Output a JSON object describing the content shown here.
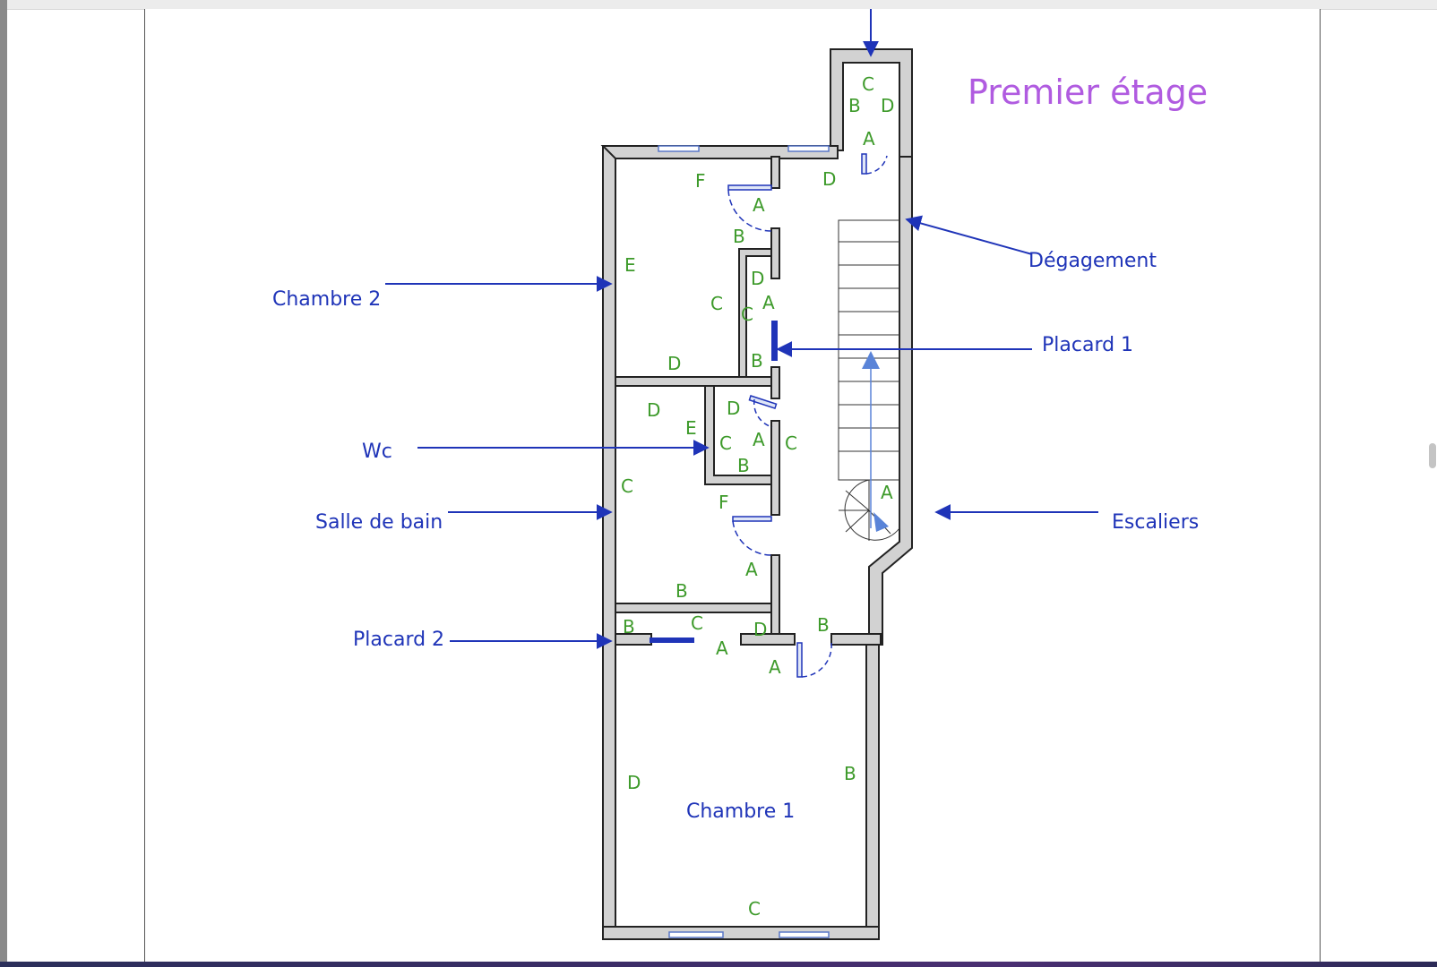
{
  "title": "Premier étage",
  "colors": {
    "title": "#b05be0",
    "callout": "#1f34b8",
    "wall_fill": "#d2d2d2",
    "wall_stroke": "#222222",
    "letter": "#3d9a2a",
    "room_name": "#2a3aa8"
  },
  "callouts": {
    "chambre2": "Chambre 2",
    "wc": "Wc",
    "salle_de_bain": "Salle de bain",
    "placard2": "Placard 2",
    "degagement": "Dégagement",
    "placard1": "Placard 1",
    "escaliers": "Escaliers"
  },
  "rooms": {
    "chambre1": "Chambre 1"
  },
  "wall_letters": {
    "top_closet": [
      "C",
      "B",
      "D",
      "A"
    ],
    "hall_top": [
      "D"
    ],
    "chambre2": [
      "F",
      "A",
      "B",
      "E",
      "C",
      "D"
    ],
    "placard1": [
      "D",
      "A",
      "C",
      "B"
    ],
    "wc": [
      "D",
      "E",
      "C",
      "A",
      "B"
    ],
    "hall_mid": [
      "C"
    ],
    "salle_de_bain": [
      "D",
      "C",
      "F",
      "A",
      "B"
    ],
    "stairs": [
      "A"
    ],
    "placard2": [
      "B",
      "C",
      "D",
      "A"
    ],
    "landing": [
      "B",
      "A"
    ],
    "chambre1": [
      "D",
      "B",
      "C"
    ]
  }
}
